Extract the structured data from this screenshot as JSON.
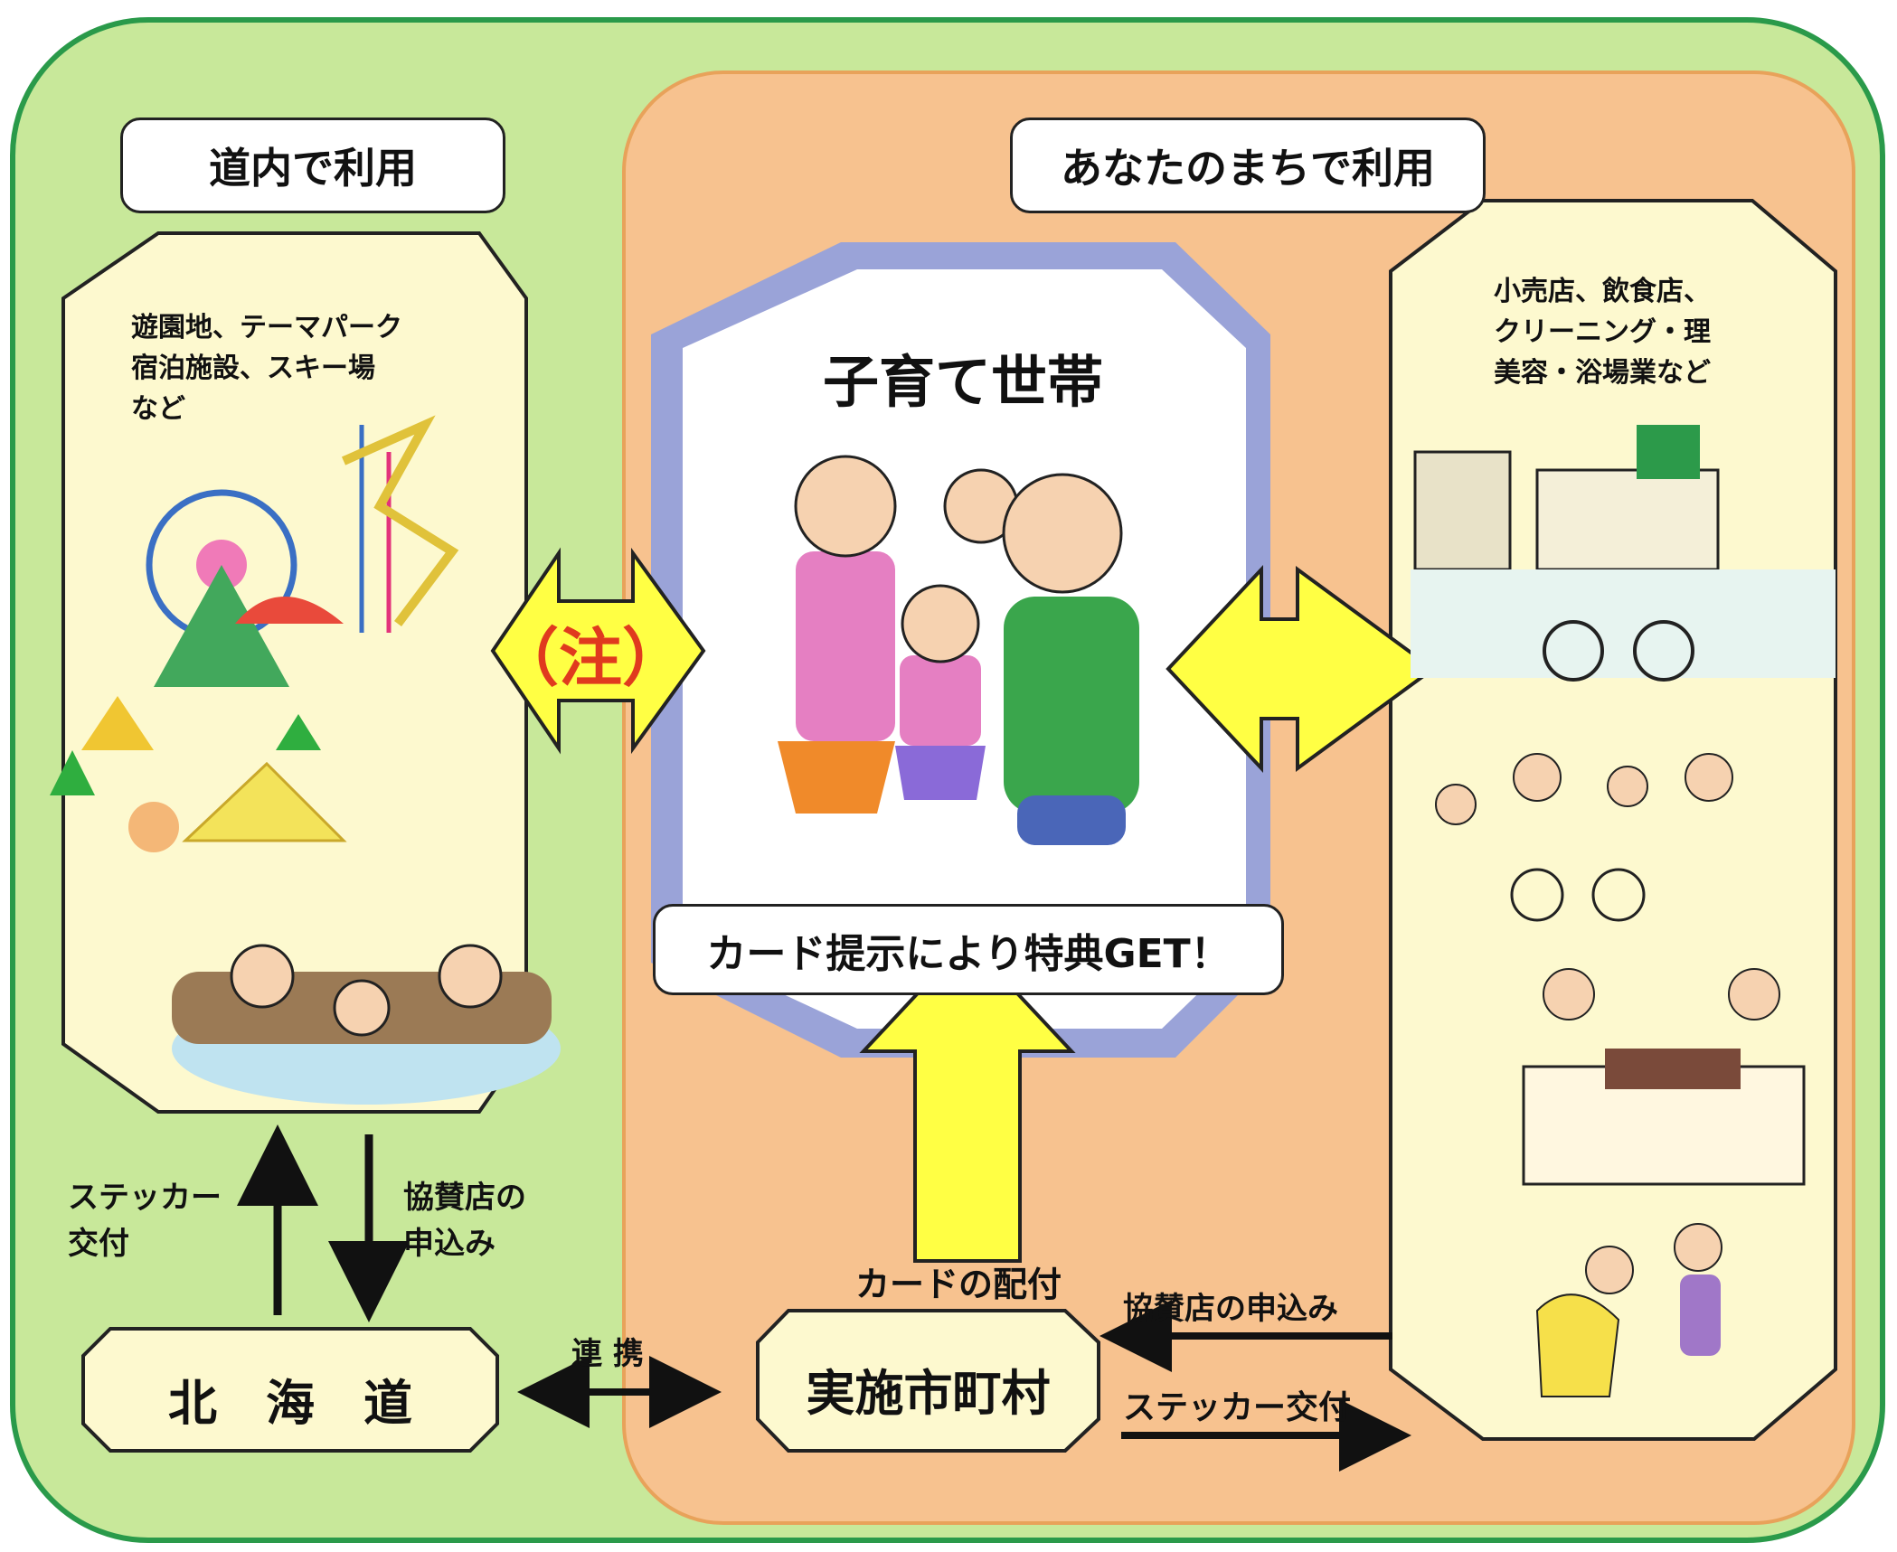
{
  "left_section": {
    "title": "道内で利用",
    "categories": "遊園地、テーマパーク\n宿泊施設、スキー場\nなど"
  },
  "right_section": {
    "title": "あなたのまちで利用",
    "categories": "小売店、飲食店、\nクリーニング・理\n美容・浴場業など"
  },
  "center": {
    "title": "子育て世帯",
    "benefit": "カード提示により特典GET！",
    "note": "（注）"
  },
  "hokkaido": {
    "label": "北　海　道",
    "up_arrow_label": "ステッカー\n交付",
    "down_arrow_label": "協賛店の\n申込み"
  },
  "municipality": {
    "label": "実施市町村",
    "card_label": "カードの配付",
    "apply_label": "協賛店の申込み",
    "sticker_label": "ステッカー交付"
  },
  "link_label": "連 携",
  "colors": {
    "outer_bg": "#c8e89a",
    "outer_border": "#2a9a4a",
    "inner_bg": "#f7c28f",
    "panel_bg": "#fdf9cf",
    "center_frame": "#9aa3d8",
    "arrow_yellow": "#ffff44",
    "note_red": "#e03a1e"
  }
}
